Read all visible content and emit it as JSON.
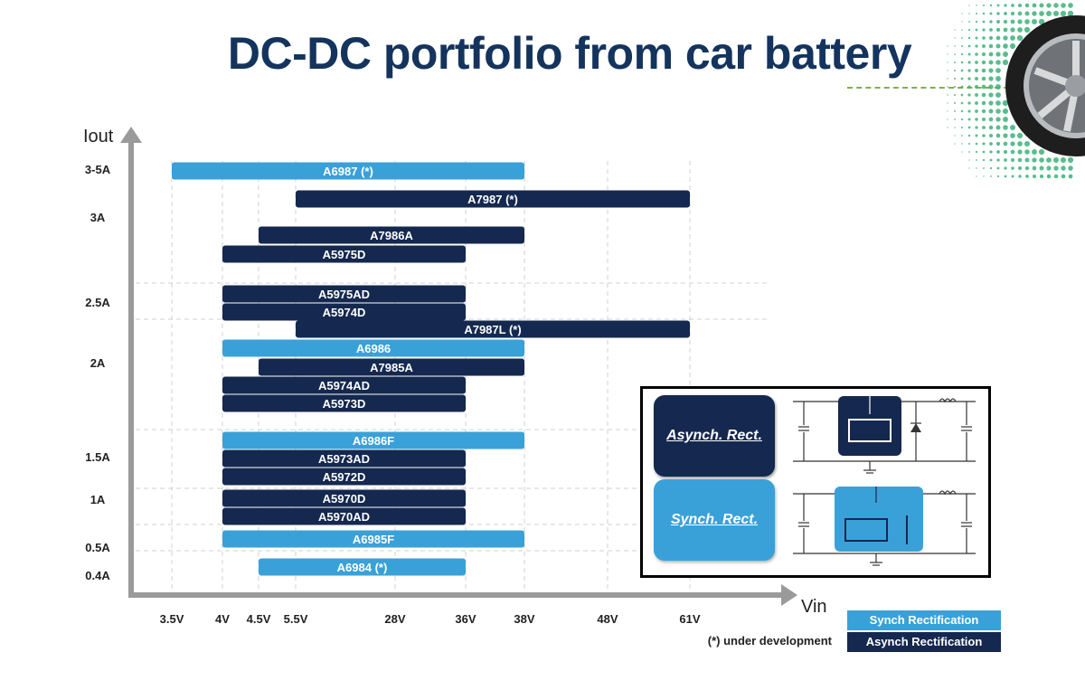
{
  "page": {
    "title": "DC-DC portfolio from car battery",
    "dev_note": "(*) under development"
  },
  "colors": {
    "synch": "#3aa1d8",
    "asynch": "#15284f",
    "title": "#14345e",
    "accent": "#7cb342"
  },
  "legend": {
    "synch_label": "Synch Rectification",
    "asynch_label": "Asynch Rectification"
  },
  "inset": {
    "asynch_label": "Asynch. Rect.",
    "synch_label": "Synch. Rect."
  },
  "chart_data": {
    "type": "range-bar",
    "xlabel": "Vin",
    "ylabel": "Iout",
    "grid": true,
    "x_ticks": [
      "3.5V",
      "4V",
      "4.5V",
      "5.5V",
      "28V",
      "36V",
      "38V",
      "48V",
      "61V"
    ],
    "y_ticks": [
      "3-5A",
      "3A",
      "2.5A",
      "2A",
      "1.5A",
      "1A",
      "0.5A",
      "0.4A"
    ],
    "bars": [
      {
        "name": "A6987 (*)",
        "vmin": "3.5V",
        "vmax": "38V",
        "current": "3-5A",
        "rectification": "synch",
        "under_development": true
      },
      {
        "name": "A7987 (*)",
        "vmin": "5.5V",
        "vmax": "61V",
        "current": "3-5A",
        "rectification": "asynch",
        "under_development": true
      },
      {
        "name": "A7986A",
        "vmin": "4.5V",
        "vmax": "38V",
        "current": "3A",
        "rectification": "asynch"
      },
      {
        "name": "A5975D",
        "vmin": "4V",
        "vmax": "36V",
        "current": "3A",
        "rectification": "asynch"
      },
      {
        "name": "A5975AD",
        "vmin": "4V",
        "vmax": "36V",
        "current": "2.5A",
        "rectification": "asynch"
      },
      {
        "name": "A5974D",
        "vmin": "4V",
        "vmax": "36V",
        "current": "2.5A",
        "rectification": "asynch"
      },
      {
        "name": "A7987L (*)",
        "vmin": "5.5V",
        "vmax": "61V",
        "current": "2A",
        "rectification": "asynch",
        "under_development": true
      },
      {
        "name": "A6986",
        "vmin": "4V",
        "vmax": "38V",
        "current": "2A",
        "rectification": "synch"
      },
      {
        "name": "A7985A",
        "vmin": "4.5V",
        "vmax": "38V",
        "current": "2A",
        "rectification": "asynch"
      },
      {
        "name": "A5974AD",
        "vmin": "4V",
        "vmax": "36V",
        "current": "2A",
        "rectification": "asynch"
      },
      {
        "name": "A5973D",
        "vmin": "4V",
        "vmax": "36V",
        "current": "2A",
        "rectification": "asynch"
      },
      {
        "name": "A6986F",
        "vmin": "4V",
        "vmax": "38V",
        "current": "1.5A",
        "rectification": "synch"
      },
      {
        "name": "A5973AD",
        "vmin": "4V",
        "vmax": "36V",
        "current": "1.5A",
        "rectification": "asynch"
      },
      {
        "name": "A5972D",
        "vmin": "4V",
        "vmax": "36V",
        "current": "1.5A",
        "rectification": "asynch"
      },
      {
        "name": "A5970D",
        "vmin": "4V",
        "vmax": "36V",
        "current": "1A",
        "rectification": "asynch"
      },
      {
        "name": "A5970AD",
        "vmin": "4V",
        "vmax": "36V",
        "current": "1A",
        "rectification": "asynch"
      },
      {
        "name": "A6985F",
        "vmin": "4V",
        "vmax": "38V",
        "current": "0.5A",
        "rectification": "synch"
      },
      {
        "name": "A6984 (*)",
        "vmin": "4.5V",
        "vmax": "36V",
        "current": "0.4A",
        "rectification": "synch",
        "under_development": true
      }
    ]
  }
}
